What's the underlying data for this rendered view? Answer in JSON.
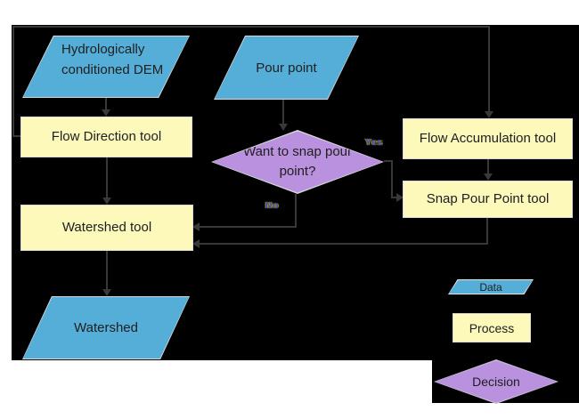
{
  "colors": {
    "page_background": "#ffffff",
    "canvas_background": "#000000",
    "data_shape_fill": "#55aed8",
    "process_shape_fill": "#fcf9bb",
    "decision_shape_fill": "#ba91de",
    "connector_line": "#383838",
    "node_text": "#202020",
    "shape_border_light": "#d9d9d9"
  },
  "nodes": {
    "dem": {
      "label": "Hydrologically conditioned DEM",
      "type": "data"
    },
    "pour_point": {
      "label": "Pour point",
      "type": "data"
    },
    "flow_direction": {
      "label": "Flow Direction tool",
      "type": "process"
    },
    "flow_accumulation": {
      "label": "Flow Accumulation tool",
      "type": "process"
    },
    "snap_pour_point": {
      "label": "Snap Pour Point tool",
      "type": "process"
    },
    "decision": {
      "label": "Want to snap pour point?",
      "type": "decision"
    },
    "watershed_tool": {
      "label": "Watershed tool",
      "type": "process"
    },
    "watershed_output": {
      "label": "Watershed",
      "type": "data"
    }
  },
  "edge_labels": {
    "yes": "Yes",
    "no": "No"
  },
  "legend": {
    "data": "Data",
    "process": "Process",
    "decision": "Decision"
  }
}
